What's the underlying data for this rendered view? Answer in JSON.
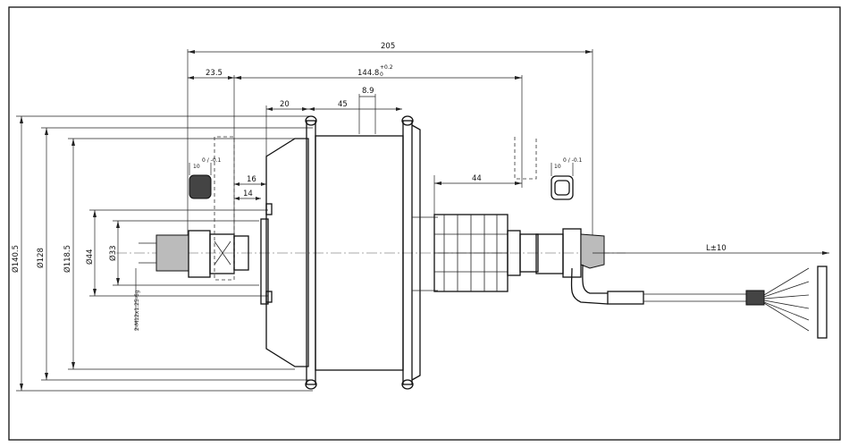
{
  "dimensions": {
    "overall_width": "205",
    "axle_to_dropout": "23.5",
    "dropout_spacing": "144.8",
    "dropout_tol_upper": "+0.2",
    "dropout_tol_lower": "0",
    "flange_offset": "20",
    "shell_offset": "45",
    "gap": "8.9",
    "flat_width_left": "16",
    "flat_width_inner": "14",
    "freewheel_length": "44",
    "flat_slot_left": "10",
    "flat_slot_left_tol": "0 / -0.1",
    "flat_slot_right": "10",
    "flat_slot_right_tol": "0 / -0.1",
    "dia_outer": "Ø140.5",
    "dia_rim": "Ø128",
    "dia_shell": "Ø118.5",
    "dia_flange": "Ø44",
    "dia_axle": "Ø33",
    "thread_spec": "2-M12x1.25-6g",
    "cable_length": "L±10"
  }
}
